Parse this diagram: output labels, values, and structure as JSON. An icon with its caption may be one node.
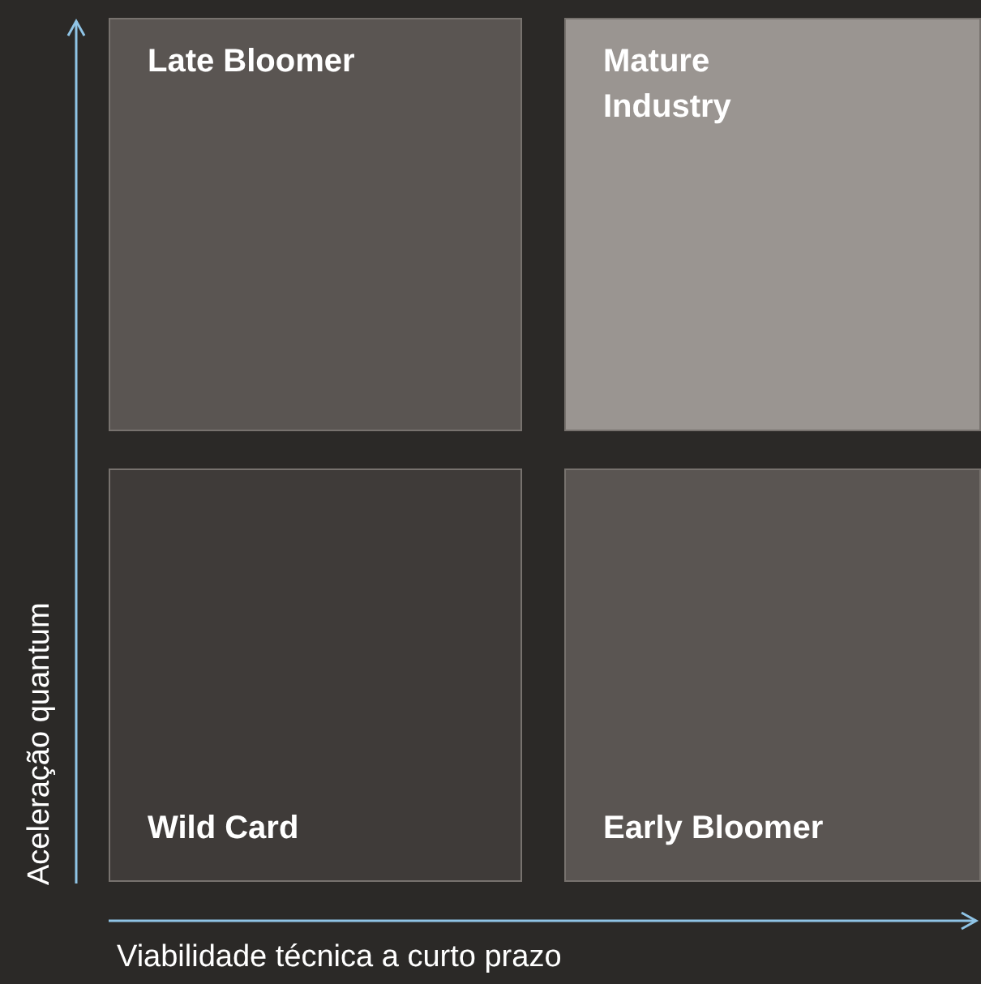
{
  "diagram": {
    "nodes": [
      {
        "text": [
          "Late Bloomer"
        ]
      },
      {
        "text": [
          "Mature Industry"
        ]
      },
      {
        "text": [
          "Wild Card"
        ]
      },
      {
        "text": [
          "Early Bloomer"
        ]
      }
    ],
    "edges": [],
    "labels": [
      "Aceleração quantum",
      "Viabilidade técnica a curto prazo"
    ]
  }
}
